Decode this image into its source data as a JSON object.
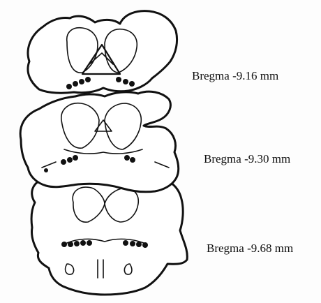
{
  "sections": [
    {
      "label": "Bregma -9.16 mm"
    },
    {
      "label": "Bregma -9.30 mm"
    },
    {
      "label": "Bregma -9.68 mm"
    }
  ],
  "colors": {
    "ink": "#111111",
    "background": "#fdfdfd"
  }
}
